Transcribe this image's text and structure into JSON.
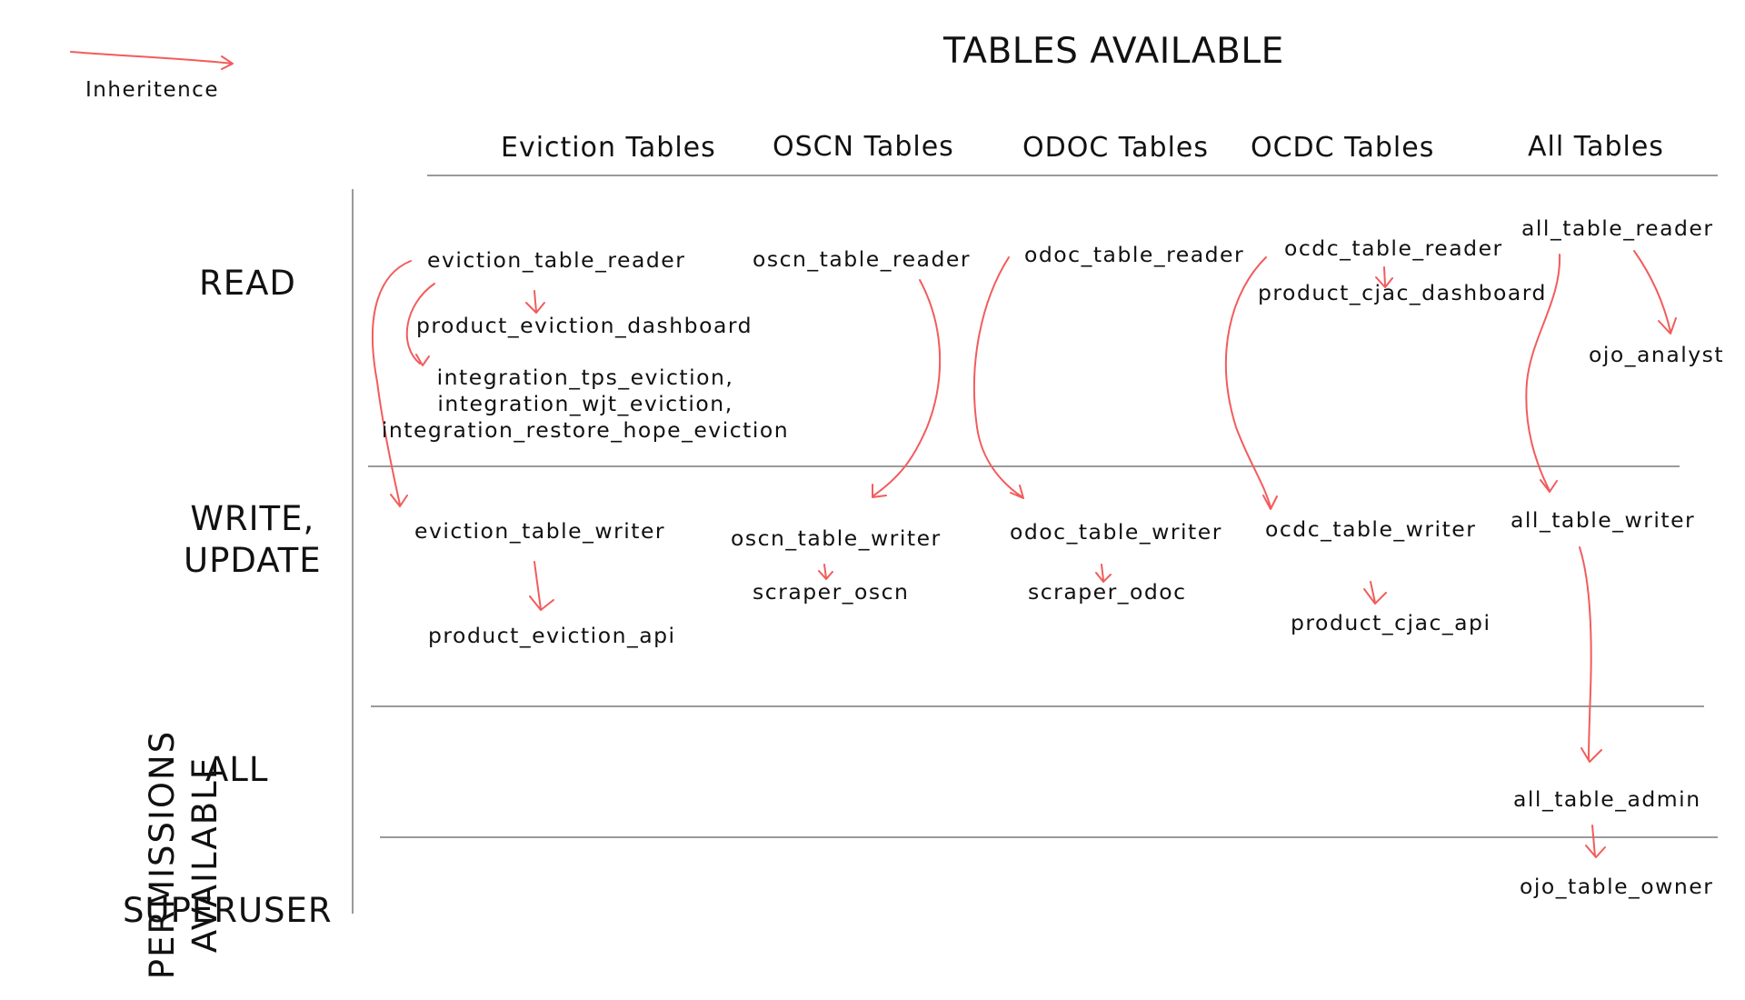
{
  "legend": {
    "label": "Inheritence"
  },
  "title": "TABLES AVAILABLE",
  "columns": [
    {
      "label": "Eviction Tables"
    },
    {
      "label": "OSCN Tables"
    },
    {
      "label": "ODOC Tables"
    },
    {
      "label": "OCDC Tables"
    },
    {
      "label": "All Tables"
    }
  ],
  "axis_left": {
    "line1": "PERMISSIONS",
    "line2": "AVAILABLE"
  },
  "rows": [
    {
      "label": "READ"
    },
    {
      "label_line1": "WRITE,",
      "label_line2": "UPDATE"
    },
    {
      "label": "ALL"
    },
    {
      "label": "SUPERUSER"
    }
  ],
  "nodes": {
    "eviction_table_reader": "eviction_table_reader",
    "product_eviction_dashboard": "product_eviction_dashboard",
    "integration_line1": "integration_tps_eviction,",
    "integration_line2": "integration_wjt_eviction,",
    "integration_line3": "integration_restore_hope_eviction",
    "eviction_table_writer": "eviction_table_writer",
    "product_eviction_api": "product_eviction_api",
    "oscn_table_reader": "oscn_table_reader",
    "oscn_table_writer": "oscn_table_writer",
    "scraper_oscn": "scraper_oscn",
    "odoc_table_reader": "odoc_table_reader",
    "odoc_table_writer": "odoc_table_writer",
    "scraper_odoc": "scraper_odoc",
    "ocdc_table_reader": "ocdc_table_reader",
    "product_cjac_dashboard": "product_cjac_dashboard",
    "ocdc_table_writer": "ocdc_table_writer",
    "product_cjac_api": "product_cjac_api",
    "all_table_reader": "all_table_reader",
    "ojo_analyst": "ojo_analyst",
    "all_table_writer": "all_table_writer",
    "all_table_admin": "all_table_admin",
    "ojo_table_owner": "ojo_table_owner"
  },
  "colors": {
    "arrow": "#f25c5c",
    "grid": "#9a9a9a",
    "text": "#111111"
  }
}
